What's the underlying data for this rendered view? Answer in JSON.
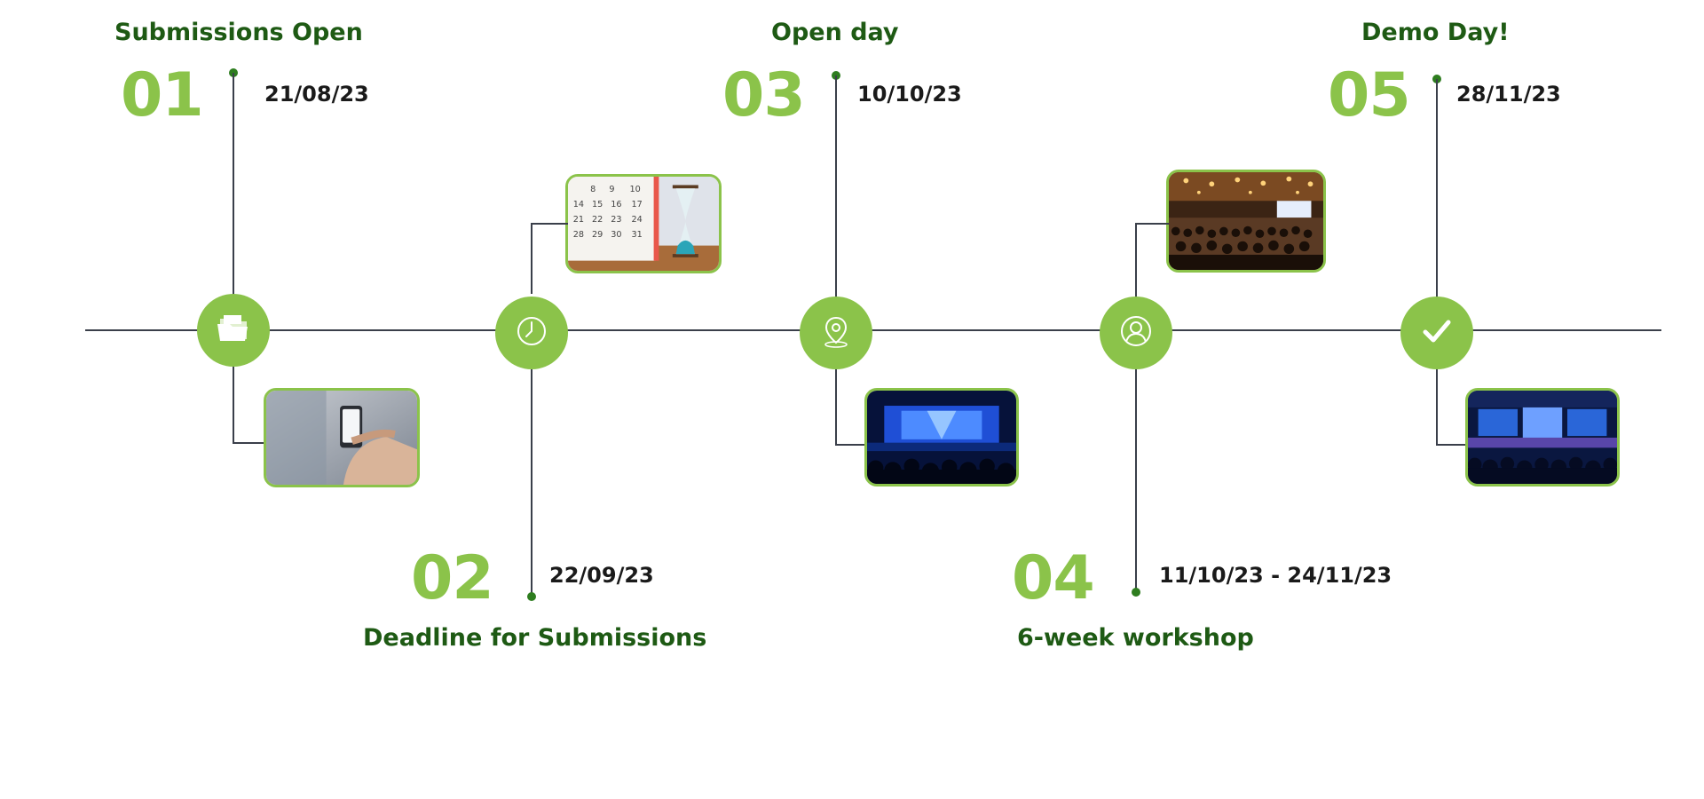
{
  "colors": {
    "accent": "#8bc34a",
    "title": "#1e5a14",
    "dot": "#2e7d1f",
    "line": "#3a3f4a",
    "date": "#1a1a1a"
  },
  "milestones": [
    {
      "number": "01",
      "title": "Submissions Open",
      "date": "21/08/23",
      "icon": "folder-icon",
      "photo": "phone-in-hand-photo"
    },
    {
      "number": "02",
      "title": "Deadline for Submissions",
      "date": "22/09/23",
      "icon": "clock-icon",
      "photo": "calendar-hourglass-photo"
    },
    {
      "number": "03",
      "title": "Open day",
      "date": "10/10/23",
      "icon": "location-pin-icon",
      "photo": "conference-stage-photo"
    },
    {
      "number": "04",
      "title": "6-week workshop",
      "date": "11/10/23 - 24/11/23",
      "icon": "user-icon",
      "photo": "audience-hall-photo"
    },
    {
      "number": "05",
      "title": "Demo Day!",
      "date": "28/11/23",
      "icon": "checkmark-icon",
      "photo": "demo-stage-photo"
    }
  ]
}
